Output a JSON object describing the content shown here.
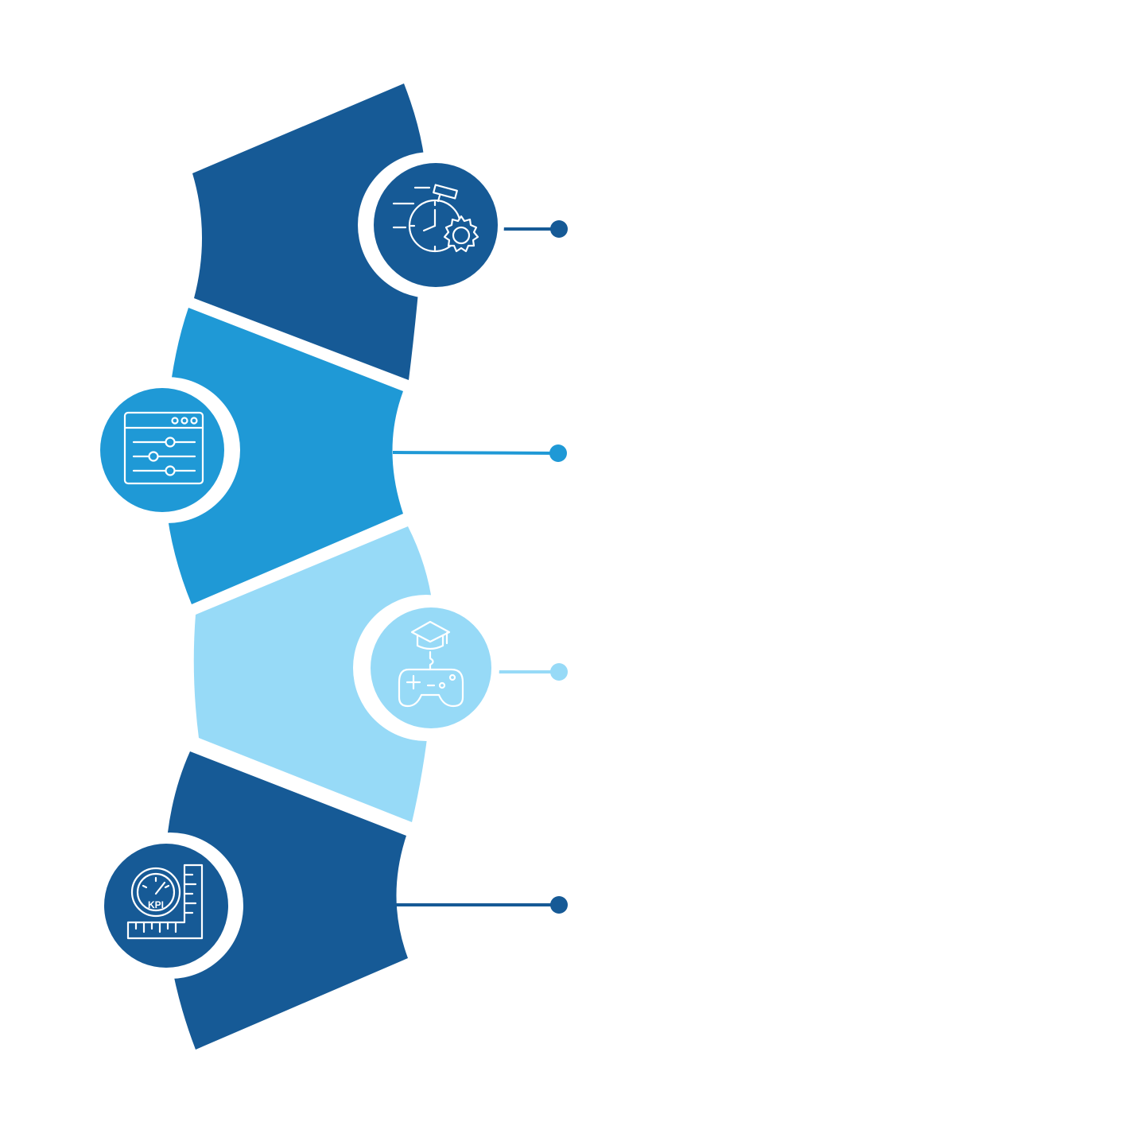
{
  "colors": {
    "dark_blue": "#165A96",
    "mid_blue": "#1F99D6",
    "light_blue": "#97DAF7",
    "background": "#FFFFFF",
    "icon_line": "#FFFFFF"
  },
  "steps": [
    {
      "index": 1,
      "color": "#165A96",
      "icon": "stopwatch-gear-icon"
    },
    {
      "index": 2,
      "color": "#1F99D6",
      "icon": "settings-sliders-window-icon"
    },
    {
      "index": 3,
      "color": "#97DAF7",
      "icon": "graduation-cap-gamepad-icon"
    },
    {
      "index": 4,
      "color": "#165A96",
      "icon": "kpi-gauge-ruler-icon"
    }
  ],
  "labels": {
    "kpi": "KPI"
  }
}
